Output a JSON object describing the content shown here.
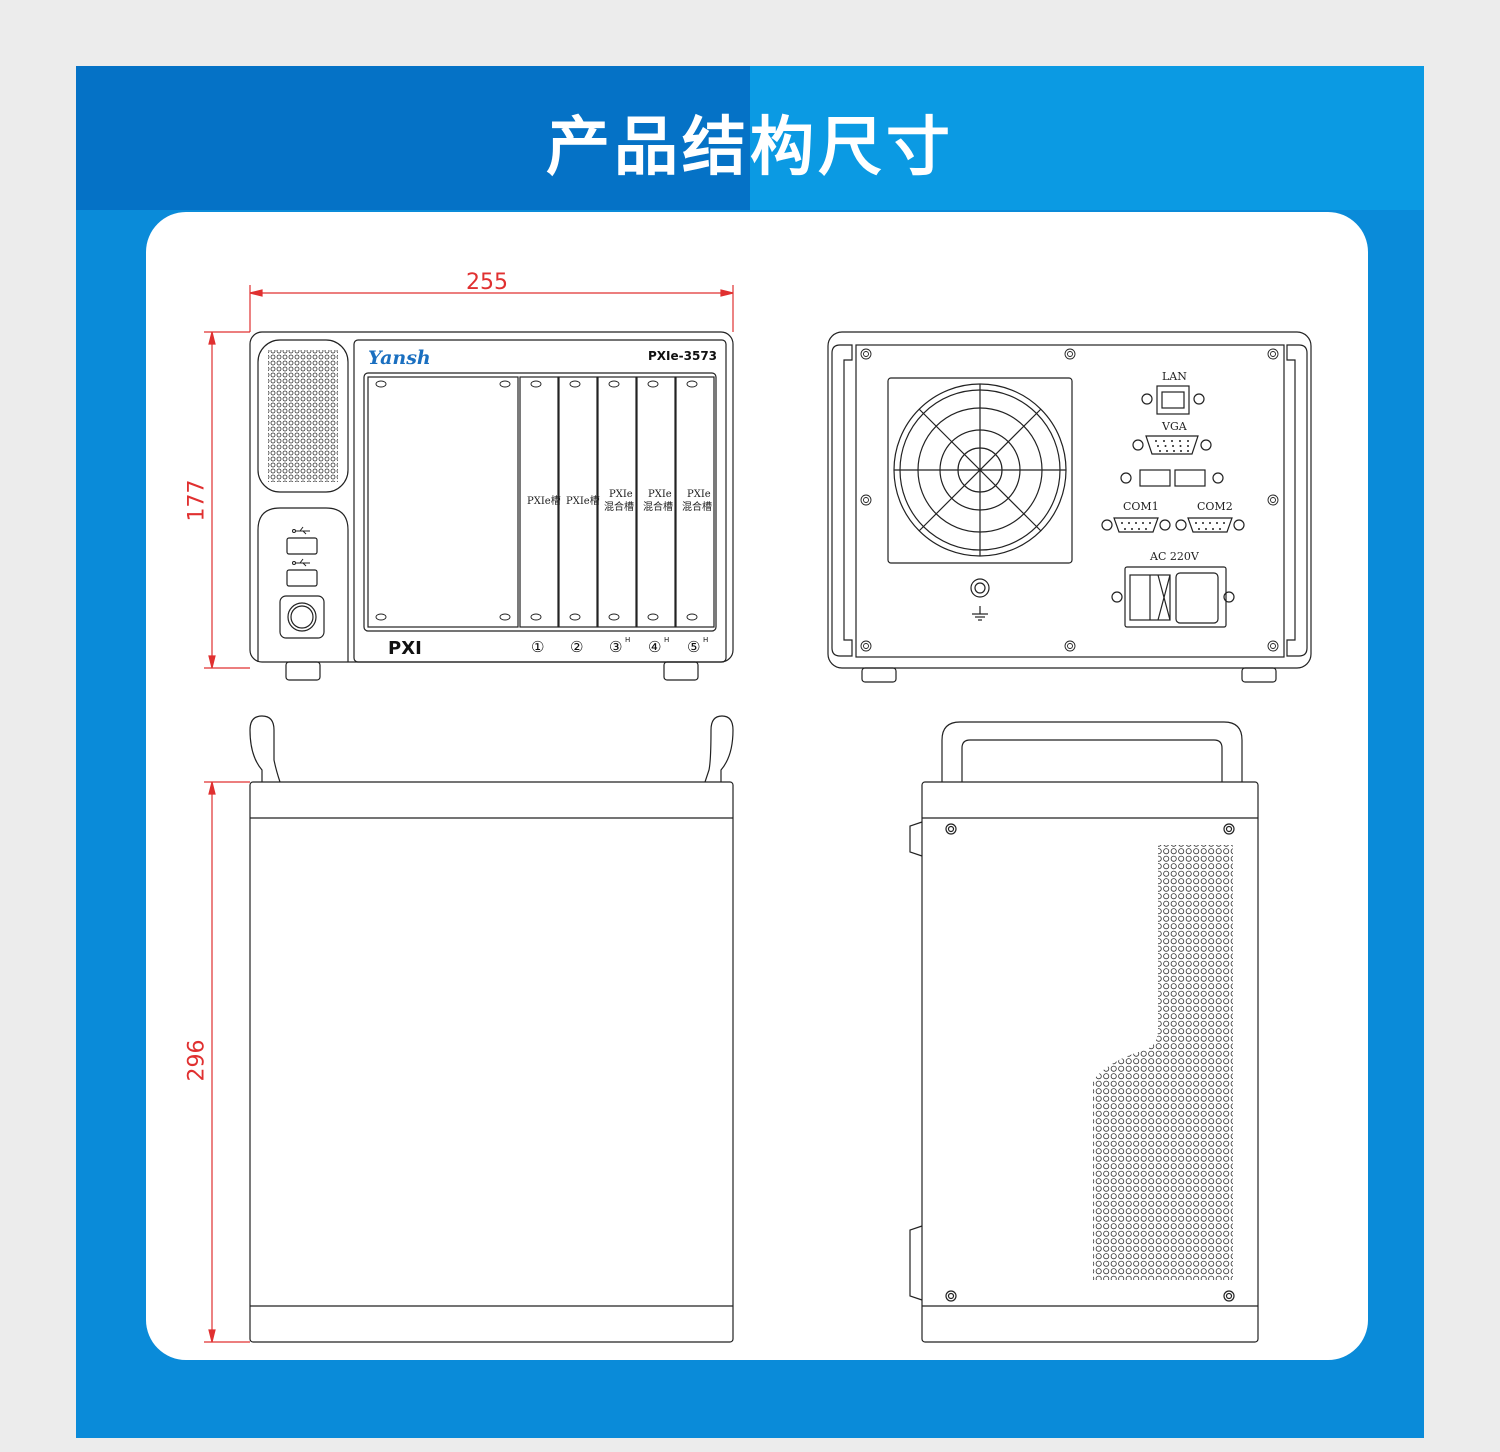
{
  "header": {
    "title": "产品结构尺寸"
  },
  "colors": {
    "frame": "#0a8bd9",
    "frame_dark": "#0572c6",
    "dimension": "#e03030",
    "line": "#222222"
  },
  "dimensions": {
    "width": "255",
    "height": "177",
    "depth": "296"
  },
  "front_view": {
    "brand": "Yansh",
    "model": "PXIe-3573",
    "pxi_logo": "PXI",
    "slot_labels": [
      "PXIe槽",
      "PXIe槽",
      "PXIe",
      "混合槽",
      "PXIe",
      "混合槽",
      "PXIe",
      "混合槽"
    ],
    "slot_numbers": [
      "①",
      "②",
      "③",
      "④",
      "⑤"
    ],
    "hybrid_mark": "H"
  },
  "rear_view": {
    "lan": "LAN",
    "vga": "VGA",
    "com1": "COM1",
    "com2": "COM2",
    "power": "AC 220V"
  }
}
